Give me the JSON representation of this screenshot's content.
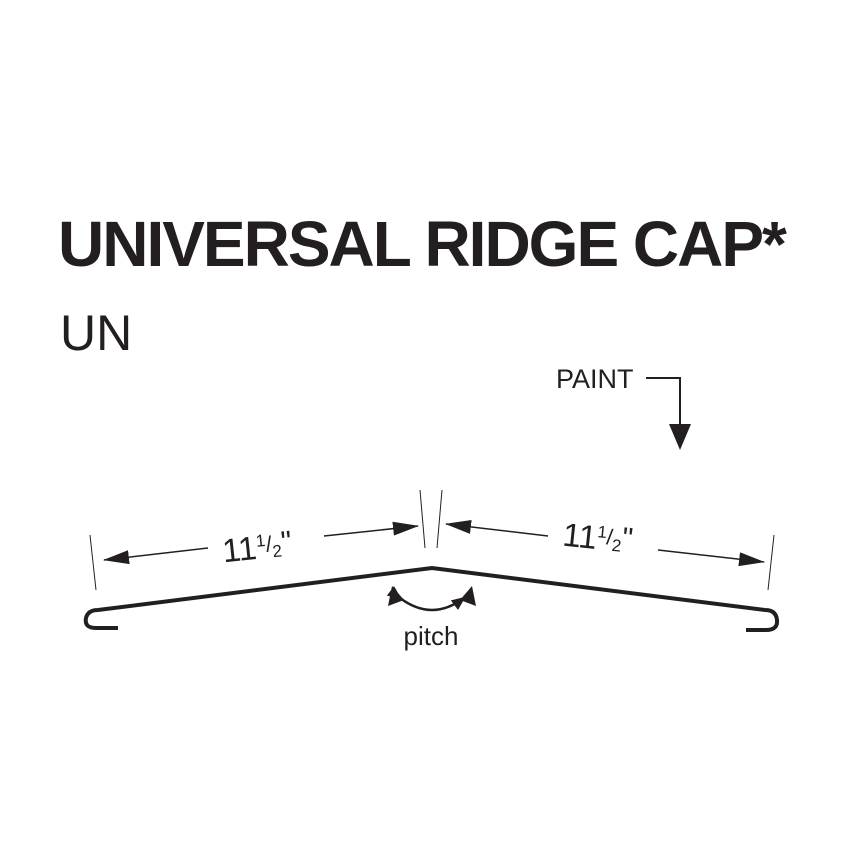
{
  "title": "UNIVERSAL RIDGE CAP*",
  "code": "UN",
  "labels": {
    "paint": "PAINT",
    "left_dimension_whole": "11",
    "left_dimension_frac_num": "1",
    "left_dimension_frac_slash": "/",
    "left_dimension_frac_den": "2",
    "left_dimension_unit": "\"",
    "right_dimension_whole": "11",
    "right_dimension_frac_num": "1",
    "right_dimension_frac_slash": "/",
    "right_dimension_frac_den": "2",
    "right_dimension_unit": "\"",
    "pitch": "pitch"
  }
}
